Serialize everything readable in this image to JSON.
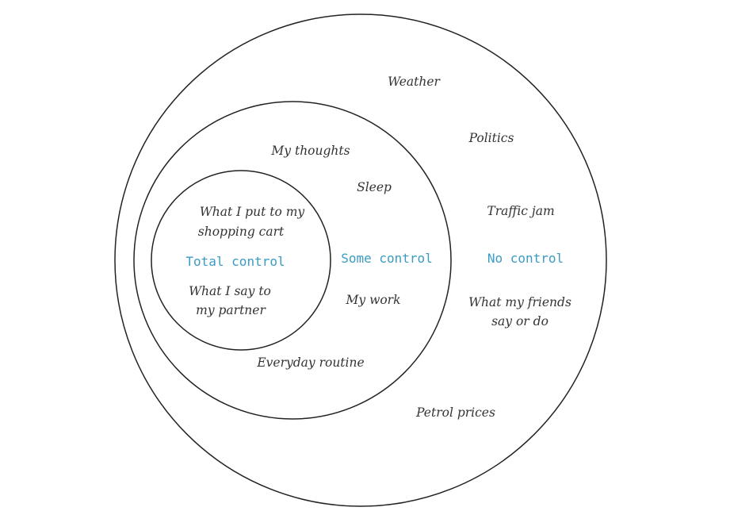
{
  "zones": {
    "total": "Total control",
    "some": "Some control",
    "none": "No control"
  },
  "items": {
    "shopping_line1": "What I put to my",
    "shopping_line2": "shopping cart",
    "partner_line1": "What I say to",
    "partner_line2": "my partner",
    "thoughts": "My thoughts",
    "sleep": "Sleep",
    "work": "My work",
    "routine": "Everyday routine",
    "weather": "Weather",
    "politics": "Politics",
    "traffic": "Traffic jam",
    "friends_line1": "What my friends",
    "friends_line2": "say or do",
    "petrol": "Petrol prices"
  },
  "colors": {
    "zone_label": "#3a9cc4",
    "text": "#333333",
    "ring": "#222222"
  }
}
